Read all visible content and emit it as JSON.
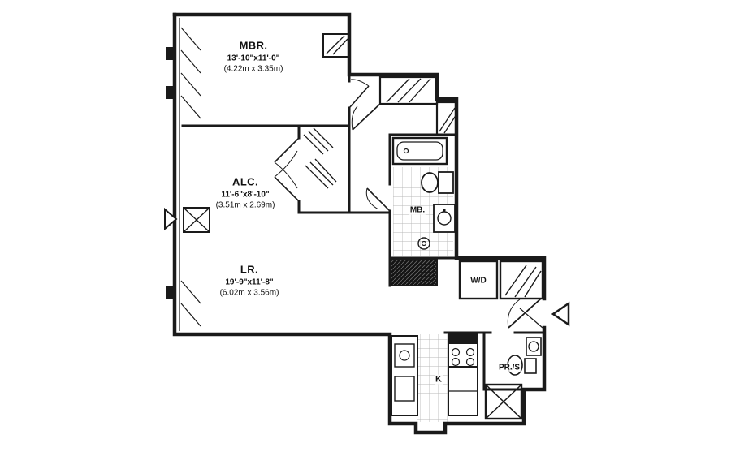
{
  "title": "Apartment floor plan",
  "colors": {
    "line": "#1a1a1a",
    "background": "#ffffff",
    "tile": "#b9b9b9"
  },
  "rooms": {
    "mbr": {
      "name": "MBR.",
      "dims_imperial": "13'-10\"x11'-0\"",
      "dims_metric": "(4.22m x 3.35m)"
    },
    "alc": {
      "name": "ALC.",
      "dims_imperial": "11'-6\"x8'-10\"",
      "dims_metric": "(3.51m x 2.69m)"
    },
    "lr": {
      "name": "LR.",
      "dims_imperial": "19'-9\"x11'-8\"",
      "dims_metric": "(6.02m x 3.56m)"
    },
    "mb": {
      "name": "MB."
    },
    "kitchen": {
      "name": "K"
    },
    "powder_storage": {
      "name": "PR./S"
    },
    "washer_dryer": {
      "name": "W/D"
    }
  }
}
